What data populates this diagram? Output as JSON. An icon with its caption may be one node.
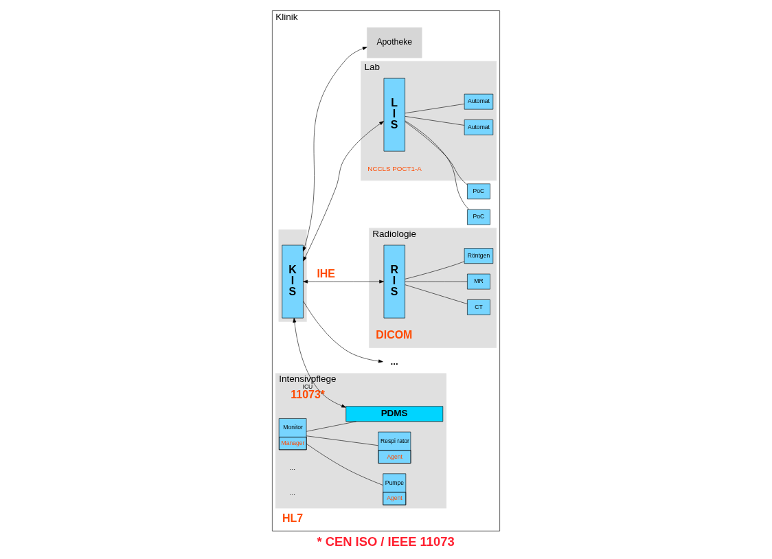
{
  "diagram": {
    "caption": "* CEN ISO / IEEE 11073",
    "nodes": [
      {
        "text": [
          "Klinik"
        ]
      },
      {
        "text": [],
        "shape": "box",
        "in": 0
      },
      {
        "text": [
          "K I S"
        ],
        "in": 1
      },
      {
        "text": [
          "Apotheke"
        ],
        "in": 0
      },
      {
        "text": [
          "..."
        ],
        "in": 0
      },
      {
        "text": [
          "Intensivpflege",
          "ICU",
          "11073*"
        ],
        "in": 0
      },
      {
        "text": [
          "Monitor",
          "Manager"
        ],
        "in": 5
      },
      {
        "text": [
          "Pumpe",
          "Agent"
        ],
        "in": 5
      },
      {
        "text": [
          "Respi rator",
          "Agent"
        ],
        "in": 5
      },
      {
        "text": [
          "PDMS"
        ],
        "in": 5
      },
      {
        "text": [
          "Radiologie"
        ],
        "in": 0
      },
      {
        "text": [
          "R I S"
        ],
        "in": 10
      },
      {
        "text": [
          "CT"
        ],
        "in": 10
      },
      {
        "text": [
          "MR"
        ],
        "in": 10
      },
      {
        "text": [
          "Röntgen"
        ],
        "in": 10
      },
      {
        "text": [
          "Lab"
        ],
        "in": 0
      },
      {
        "text": [
          "L I S"
        ],
        "in": 15
      },
      {
        "text": [
          "Automat"
        ],
        "in": 15
      },
      {
        "text": [
          "Automat"
        ],
        "in": 15
      },
      {
        "text": [
          "PoC"
        ],
        "in": 0
      },
      {
        "text": [
          "PoC"
        ],
        "in": 0
      }
    ],
    "edges": [
      {
        "from": 2,
        "to": 11,
        "arrow": "both",
        "label": "IHE"
      },
      {
        "from": 2,
        "to": 16,
        "arrow": "both"
      },
      {
        "from": 2,
        "to": 9,
        "arrow": "both"
      },
      {
        "from": 2,
        "to": 3,
        "arrow": "both"
      },
      {
        "from": 2,
        "to": 4,
        "arrow": "to"
      },
      {
        "from": 11,
        "to": 12,
        "arrow": "none"
      },
      {
        "from": 11,
        "to": 13,
        "arrow": "none"
      },
      {
        "from": 11,
        "to": 14,
        "arrow": "none"
      },
      {
        "from": 6,
        "to": 7,
        "arrow": "none"
      },
      {
        "from": 6,
        "to": 8,
        "arrow": "none"
      },
      {
        "from": 6,
        "to": 9,
        "arrow": "none"
      },
      {
        "from": 16,
        "to": 17,
        "arrow": "none"
      },
      {
        "from": 16,
        "to": 18,
        "arrow": "none"
      },
      {
        "from": 16,
        "to": 19,
        "arrow": "none"
      },
      {
        "from": 16,
        "to": 20,
        "arrow": "none"
      }
    ],
    "labels": [
      "DICOM",
      "HL7",
      "...",
      "...",
      "NCCLS POCT1-A"
    ]
  }
}
